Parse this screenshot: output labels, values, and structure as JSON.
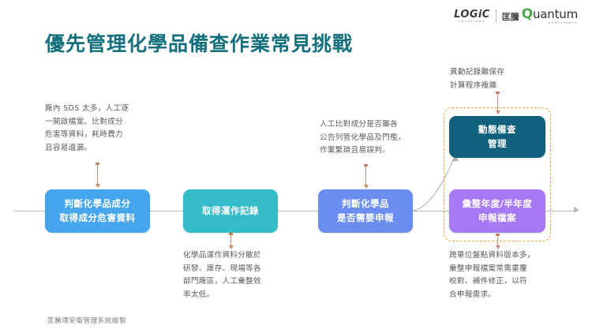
{
  "brand": {
    "logic_main": "LOGiC",
    "logic_sub": "SOLUTIONS",
    "cn_mark": "匡騰",
    "quantum_q": "Q",
    "quantum_rest": "uantum",
    "quantum_sub": "COMPLIANCE"
  },
  "header": {
    "title": "優先管理化學品備查作業常見挑戰",
    "title_color": "#15707e"
  },
  "flow": {
    "boxes": [
      {
        "id": "box1",
        "label": "判斷化學品成分\n取得成分危害資料",
        "color": "#45a6ee"
      },
      {
        "id": "box2",
        "label": "取得運作記錄",
        "color": "#35bcca"
      },
      {
        "id": "box3",
        "label": "判斷化學品\n是否需要申報",
        "color": "#6b8df0"
      },
      {
        "id": "box4",
        "label": "動態備查\n管理",
        "color": "#11617e"
      },
      {
        "id": "box5",
        "label": "彙整年度/半年度\n申報檔案",
        "color": "#a779f7"
      }
    ],
    "highlight_border_color": "#e8a33d",
    "baseline_color": "#b9b9b9",
    "connector_color": "#c98d6b"
  },
  "notes": [
    {
      "id": "note1",
      "text": "廠內 SDS 太多，人工逐\n一開啟檔案、比對成分\n危害等資料，耗時費力\n且容易遺漏。"
    },
    {
      "id": "note2",
      "text": "化學品運作資料分散於\n研發、庫存、現場等各\n部門廠區，人工彙整效\n率太低。"
    },
    {
      "id": "note3",
      "text": "人工比對成分是否屬各\n公告列管化學品及門檻，\n作業繁瑣且易誤判。"
    },
    {
      "id": "note4",
      "text": "異動記錄難保存\n計算程序複雜"
    },
    {
      "id": "note5",
      "text": "跨單位盤點資料版本多，\n彙整申報檔案常需重覆\n校對、補件修正，以符\n合申報需求。"
    }
  ],
  "footer": {
    "credit": "匡騰環安衛管理系統繪製"
  }
}
